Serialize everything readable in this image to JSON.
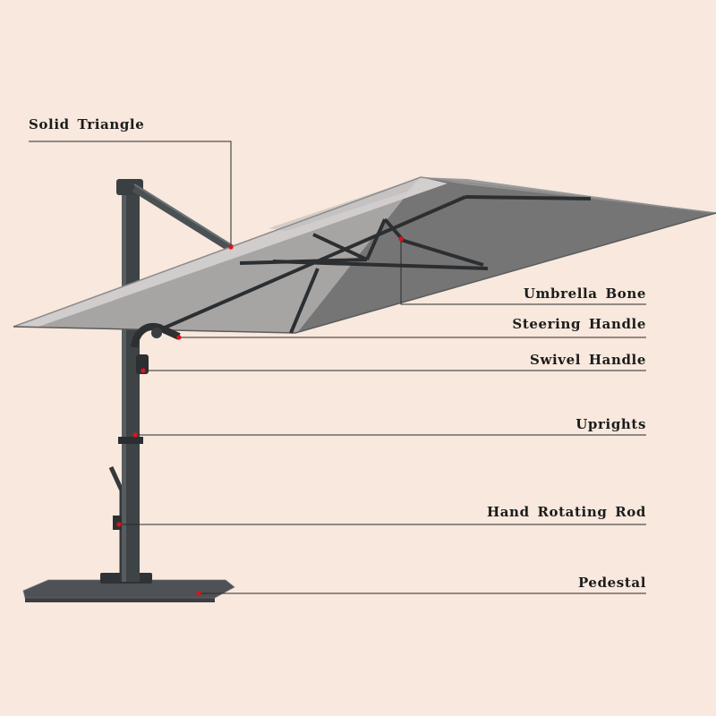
{
  "labels": {
    "solid_triangle": "Solid Triangle",
    "umbrella_bone": "Umbrella Bone",
    "steering_handle": "Steering Handle",
    "swivel_handle": "Swivel Handle",
    "uprights": "Uprights",
    "hand_rotating_rod": "Hand Rotating Rod",
    "pedestal": "Pedestal"
  },
  "colors": {
    "background": "#f8e8dd",
    "canopy_top": "#d4d1d0",
    "canopy_underside": "#6f6f6f",
    "frame": "#3e4346",
    "base": "#5a5d62",
    "leader_line": "#2a2a2a",
    "marker": "#e0111a"
  }
}
